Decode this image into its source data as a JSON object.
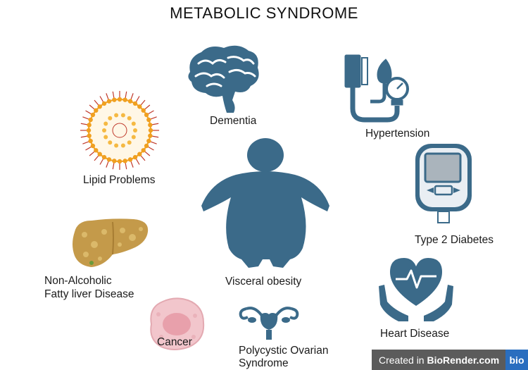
{
  "title": "METABOLIC SYNDROME",
  "center": {
    "label": "Visceral obesity",
    "icon": "human-figure-icon"
  },
  "conditions": [
    {
      "label": "Dementia",
      "icon": "brain-icon"
    },
    {
      "label": "Hypertension",
      "icon": "blood-pressure-monitor-icon"
    },
    {
      "label": "Lipid Problems",
      "icon": "lipoprotein-icon"
    },
    {
      "label": "Type 2 Diabetes",
      "icon": "glucose-meter-icon"
    },
    {
      "label_line1": "Non-Alcoholic",
      "label_line2": "Fatty liver Disease",
      "icon": "fatty-liver-icon"
    },
    {
      "label": "Heart Disease",
      "icon": "heart-in-hands-icon"
    },
    {
      "label": "Cancer",
      "icon": "cancer-cell-icon"
    },
    {
      "label_line1": "Polycystic Ovarian",
      "label_line2": "Syndrome",
      "icon": "uterus-icon"
    }
  ],
  "watermark": {
    "prefix": "Created in ",
    "brand": "BioRender.com",
    "badge": "bio"
  },
  "colors": {
    "icon_blue": "#3b6a89",
    "liver": "#c49a4a",
    "cancer_pink": "#f2c6cc",
    "lipid_orange": "#f0a020"
  }
}
